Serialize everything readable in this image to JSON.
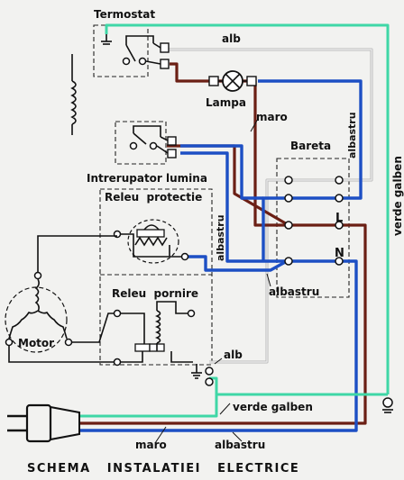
{
  "labels": {
    "termostat": "Termostat",
    "alb_top": "alb",
    "lampa": "Lampa",
    "maro": "maro",
    "albastru_v1": "albastru",
    "bareta": "Bareta",
    "intrerupator": "Intrerupator lumina",
    "releu_protectie": "Releu  protectie",
    "albastru_v2": "albastru",
    "L": "L",
    "N": "N",
    "albastru_h": "albastru",
    "releu_pornire": "Releu  pornire",
    "motor": "Motor",
    "alb_bottom": "alb",
    "verde_galben_v": "verde galben",
    "verde_galben_h": "verde galben",
    "maro_bottom": "maro",
    "albastru_bottom": "albastru",
    "title": "SCHEMA   INSTALATIEI   ELECTRICE"
  },
  "colors": {
    "blue": "#1d4fc4",
    "brown": "#6b1f14",
    "green": "#3fd7a6",
    "white": "#d0d0d0",
    "ink": "#111111"
  }
}
